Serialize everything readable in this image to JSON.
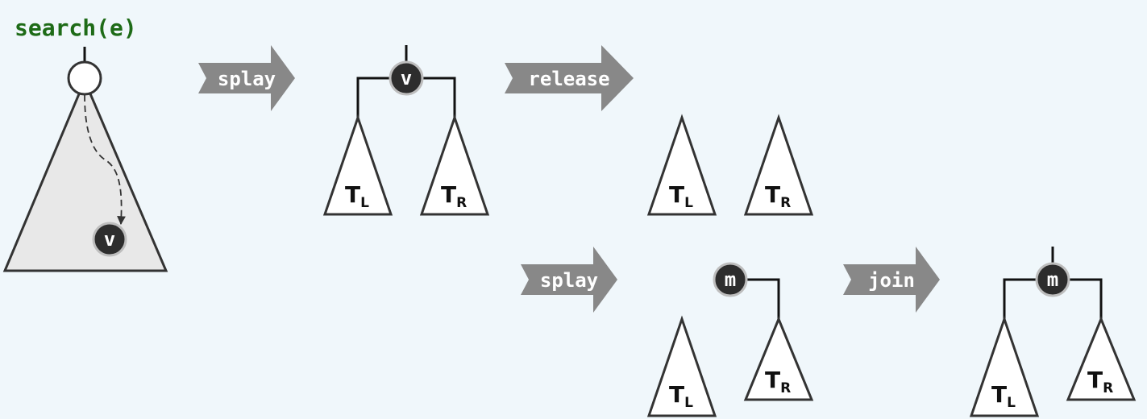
{
  "search": {
    "label": "search(e)"
  },
  "arrows": {
    "splay_1": "splay",
    "release": "release",
    "splay_2": "splay",
    "join": "join"
  },
  "nodes": {
    "v": "v",
    "m": "m"
  },
  "subtrees": {
    "left_main": "T",
    "left_sub": "L",
    "right_main": "T",
    "right_sub": "R"
  },
  "colors": {
    "background": "#f0f7fb",
    "search_label": "#1e6b17",
    "arrow": "#888888",
    "node": "#2d2d2d",
    "outline": "#333333"
  }
}
